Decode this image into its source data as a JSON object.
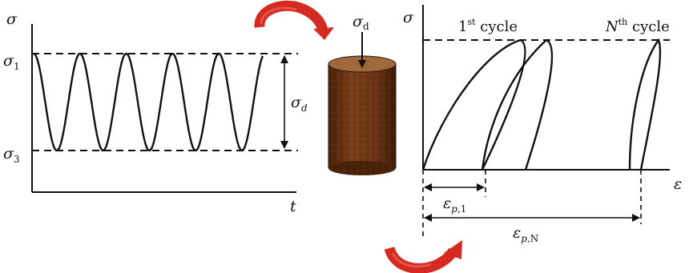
{
  "labels": {
    "left_y_axis": "σ",
    "left_x_axis": "t",
    "sigma1_base": "σ",
    "sigma1_sub": "1",
    "sigma3_base": "σ",
    "sigma3_sub": "3",
    "deviator_base": "σ",
    "deviator_sub": "d",
    "load_base": "σ",
    "load_sub": "d",
    "right_y_axis": "σ",
    "right_x_axis": "ε",
    "first_cycle_num": "1",
    "first_cycle_sup": "st",
    "first_cycle_word": " cycle",
    "nth_cycle_num": "N",
    "nth_cycle_sup": "th",
    "nth_cycle_word": " cycle",
    "eps1_base": "ε",
    "eps1_sub_p": "p",
    "eps1_sub_rest": ",1",
    "epsN_base": "ε",
    "epsN_sub_p": "p",
    "epsN_sub_rest": ",N"
  },
  "colors": {
    "arrow": "#d42a1f",
    "sample_top": "#a0693c",
    "sample_body": "#6b3516",
    "line": "#111111"
  }
}
